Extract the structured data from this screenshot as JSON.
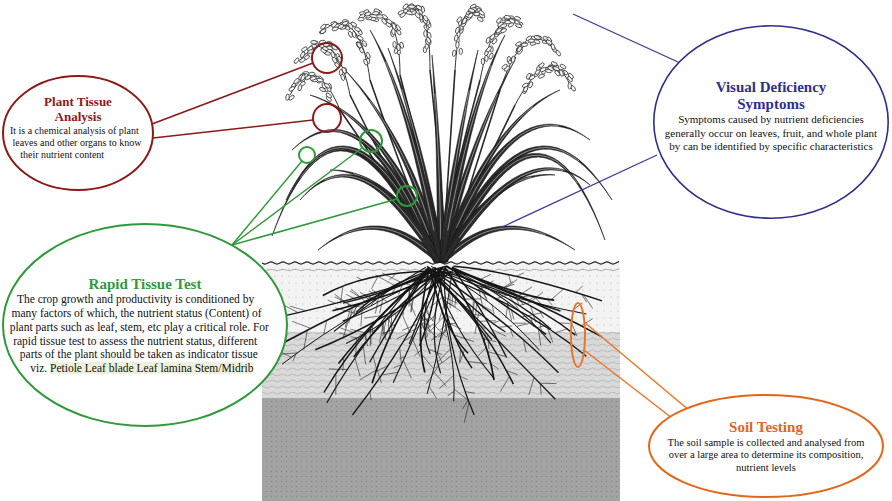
{
  "diagram": {
    "nodes": [
      {
        "text": [
          "Plant Tissue Analysis",
          "It is a chemical analysis of plant leaves and other organs to know their nutrient content"
        ]
      },
      {
        "text": [
          "Visual Deficiency Symptoms",
          "Symptoms caused by nutrient deficiencies generally occur on leaves, fruit, and whole plant by can be identified by specific characteristics"
        ]
      },
      {
        "text": [
          "Rapid Tissue Test",
          "The crop growth and productivity is conditioned by many factors of which, the nutrient status (Content) of plant parts such as leaf, stem, etc play a critical role. For rapid tissue test to assess the nutrient status, different parts of the plant should be taken as indicator tissue viz.",
          "Petiole Leaf blade Leaf lamina Stem/Midrib"
        ]
      },
      {
        "text": [
          "Soil Testing",
          "The soil sample is collected and analysed from over a large area to determine its composition, nutrient levels"
        ]
      }
    ]
  }
}
